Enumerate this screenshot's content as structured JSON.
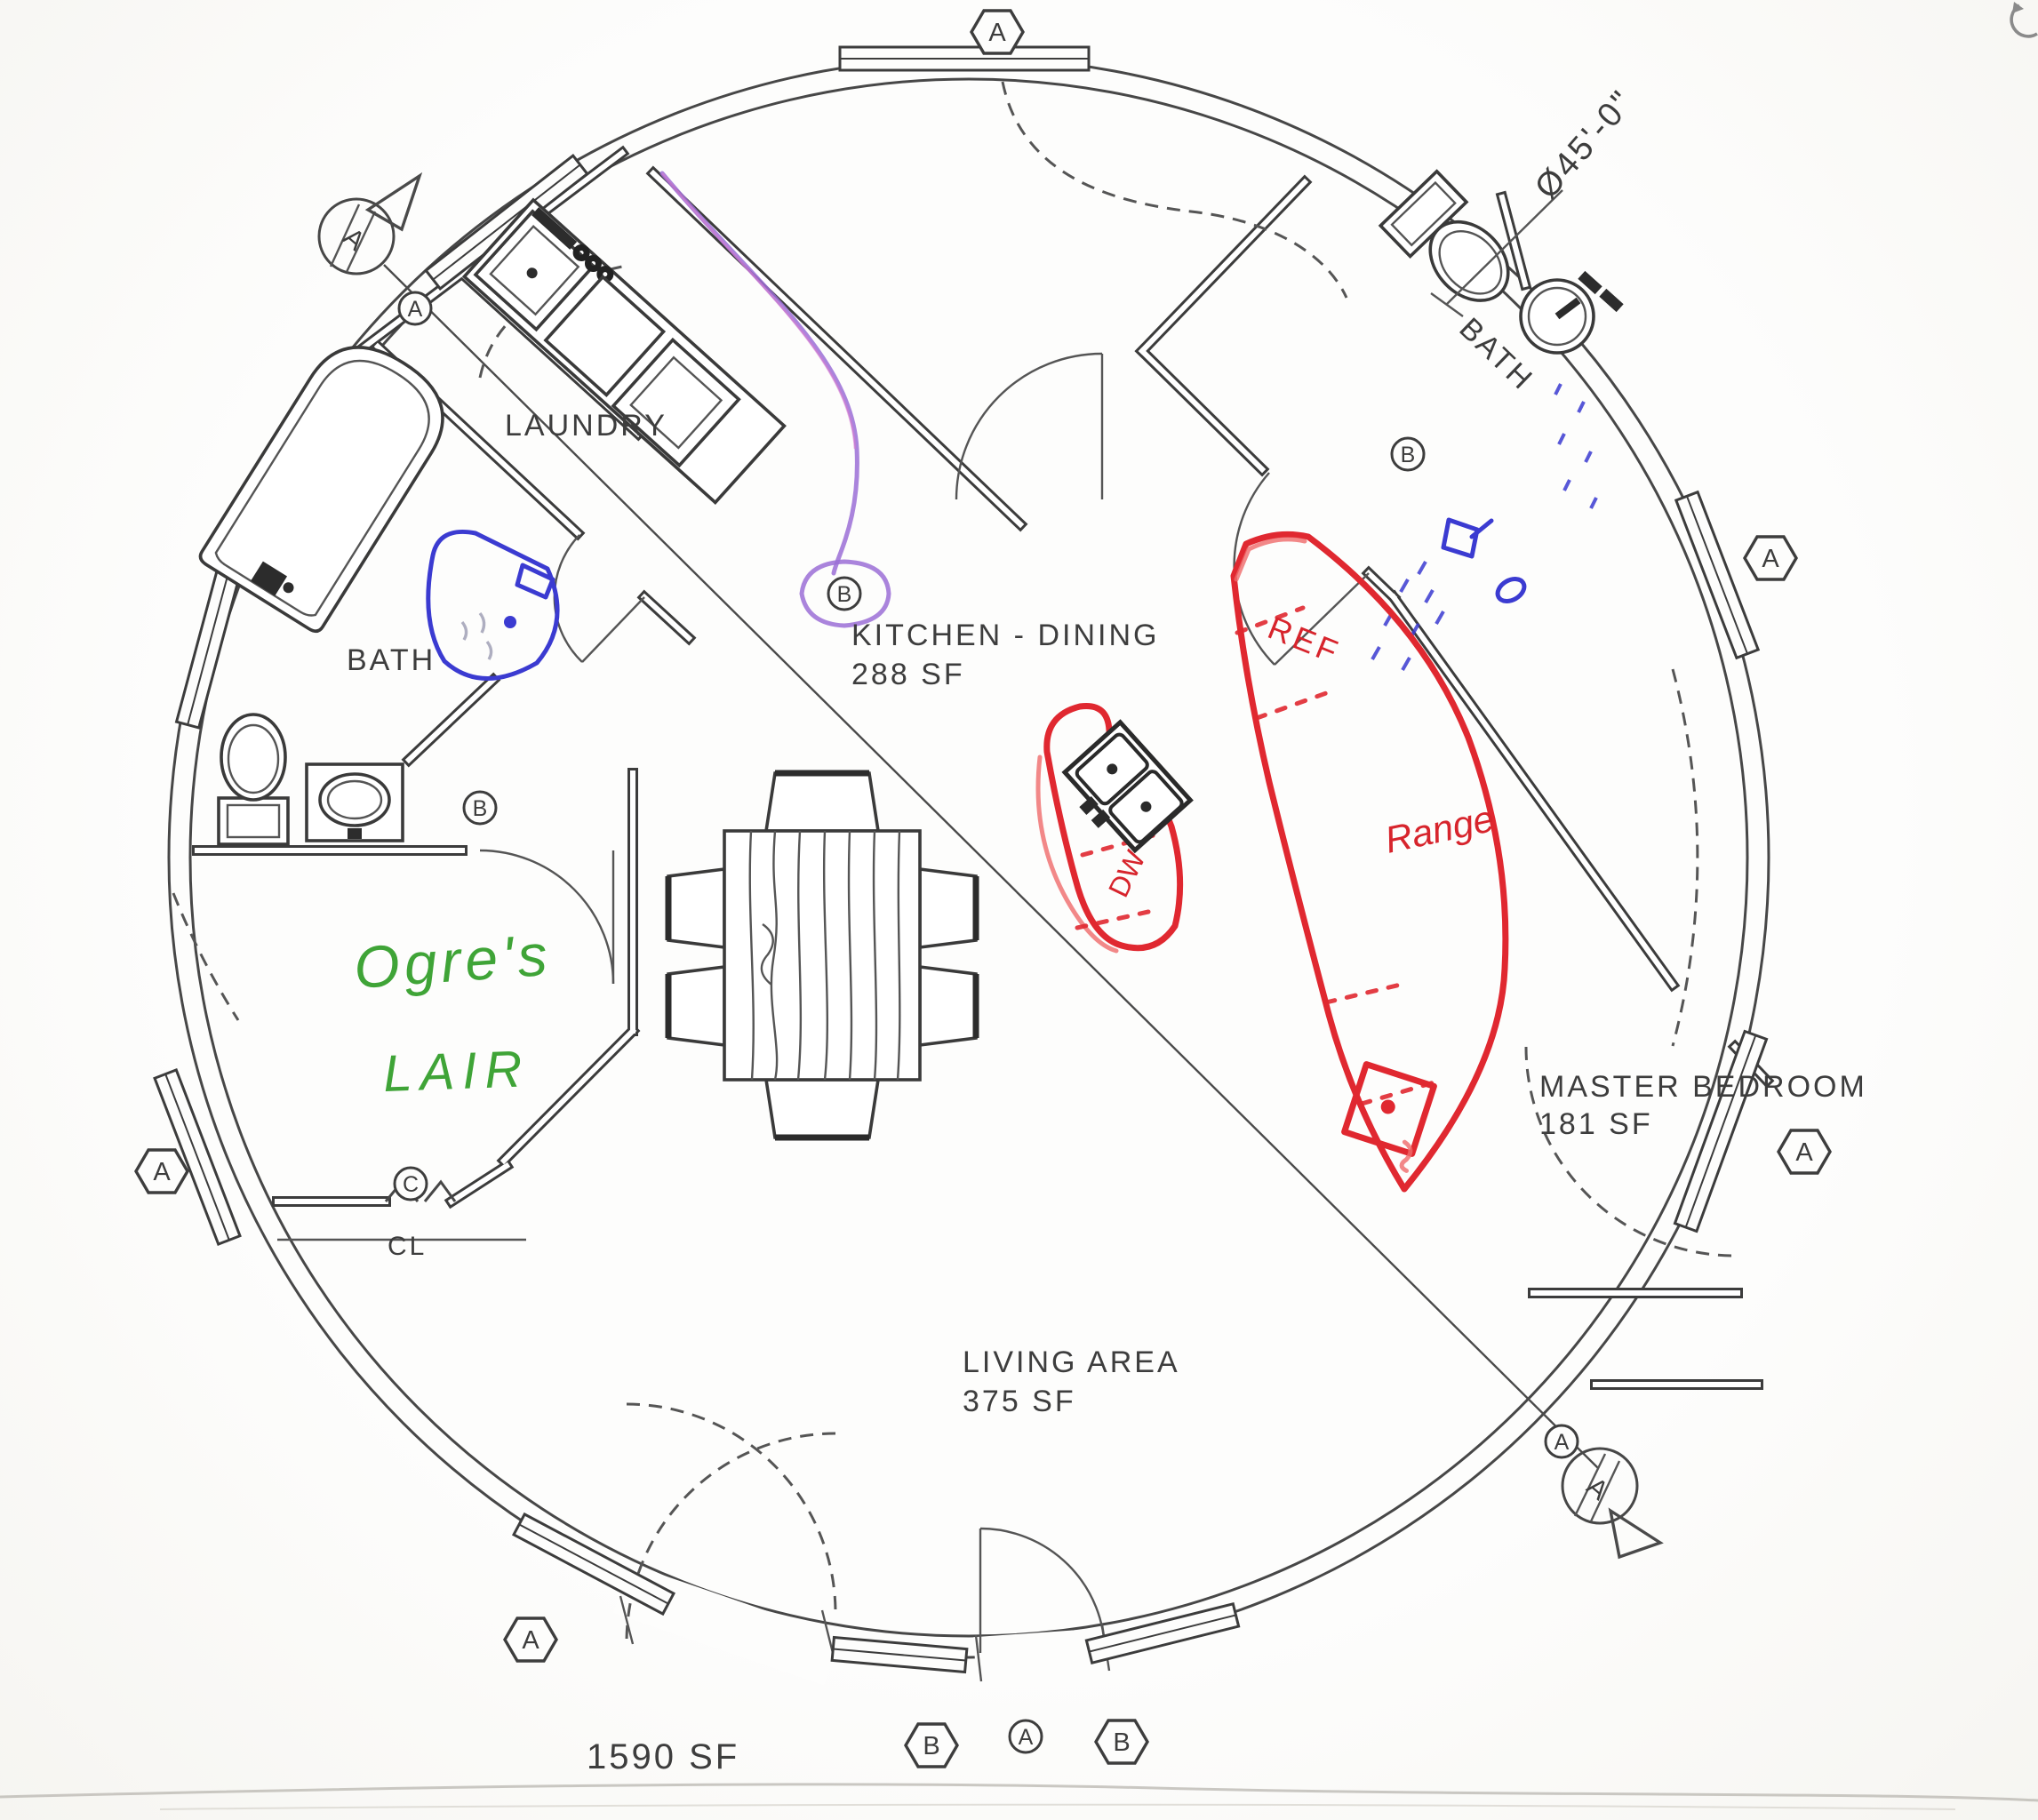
{
  "page": {
    "total_area": "1590 SF",
    "diameter_dim": "Ø45'-0\""
  },
  "rooms": {
    "laundry": {
      "label": "LAUNDRY"
    },
    "kitchen_dining": {
      "label": "KITCHEN - DINING",
      "area": "288 SF"
    },
    "bath_left": {
      "label": "BATH"
    },
    "bath_right": {
      "label": "BATH"
    },
    "master_bedroom": {
      "label": "MASTER BEDROOM",
      "area": "181 SF"
    },
    "living_area": {
      "label": "LIVING AREA",
      "area": "375 SF"
    },
    "closet": {
      "label": "CL"
    }
  },
  "handwritten": {
    "green_line1": "Ogre's",
    "green_line2": "LAIR",
    "ref": "REF",
    "range": "Range",
    "dw": "DW"
  },
  "markers": {
    "hex": [
      {
        "label": "A"
      },
      {
        "label": "A"
      },
      {
        "label": "A"
      },
      {
        "label": "A"
      },
      {
        "label": "A"
      },
      {
        "label": "B"
      },
      {
        "label": "B"
      }
    ],
    "circle": [
      {
        "label": "A"
      },
      {
        "label": "B"
      },
      {
        "label": "B"
      },
      {
        "label": "B"
      },
      {
        "label": "C"
      },
      {
        "label": "A"
      },
      {
        "label": "A"
      }
    ],
    "section": [
      {
        "label": "A"
      },
      {
        "label": "A"
      }
    ]
  }
}
